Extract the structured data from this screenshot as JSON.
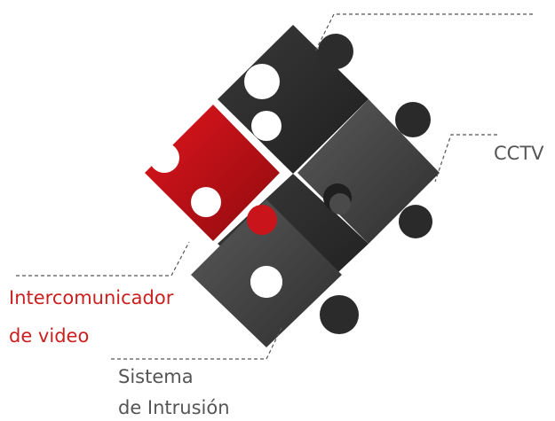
{
  "labels": {
    "cctv": "CCTV",
    "intercom_line1": "Intercomunicador",
    "intercom_line2": "de video",
    "intrusion_line1": "Sistema",
    "intrusion_line2": "de Intrusión"
  },
  "colors": {
    "accent_red": "#cc1f1f",
    "puzzle_red": "#c8141a",
    "puzzle_dark": "#2b2b2b",
    "puzzle_mid": "#4a4a4a",
    "puzzle_grey": "#5e5e5e",
    "text_grey": "#555555",
    "leader_grey": "#555555"
  }
}
